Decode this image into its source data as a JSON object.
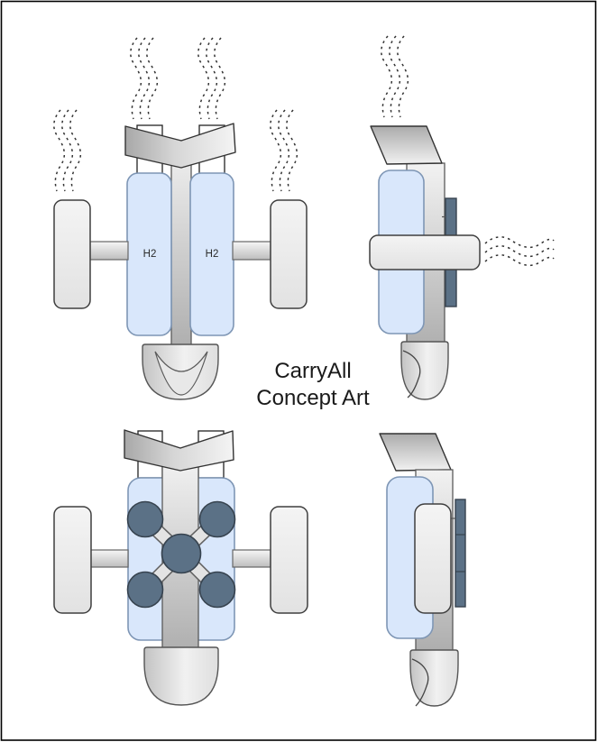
{
  "title": {
    "line1": "CarryAll",
    "line2": "Concept Art"
  },
  "labels": {
    "tank_left": "H2",
    "tank_right": "H2"
  },
  "icons": {
    "exhaust": "steam-wavy-dashed-lines",
    "v_wing": "chevron-v-band",
    "rotor": "dark-circle-rotor",
    "cockpit": "dome-bubble"
  },
  "colors": {
    "background": "#ffffff",
    "page_border": "#000000",
    "tank_fill": "#d9e7fb",
    "tank_stroke": "#7e96b5",
    "rotor_fill": "#5b7186",
    "rotor_stroke": "#37434f",
    "metal_light": "#f4f4f4",
    "metal_dark": "#b0b0b0",
    "exhaust_stroke": "#333333",
    "text": "#1a1a1a"
  }
}
